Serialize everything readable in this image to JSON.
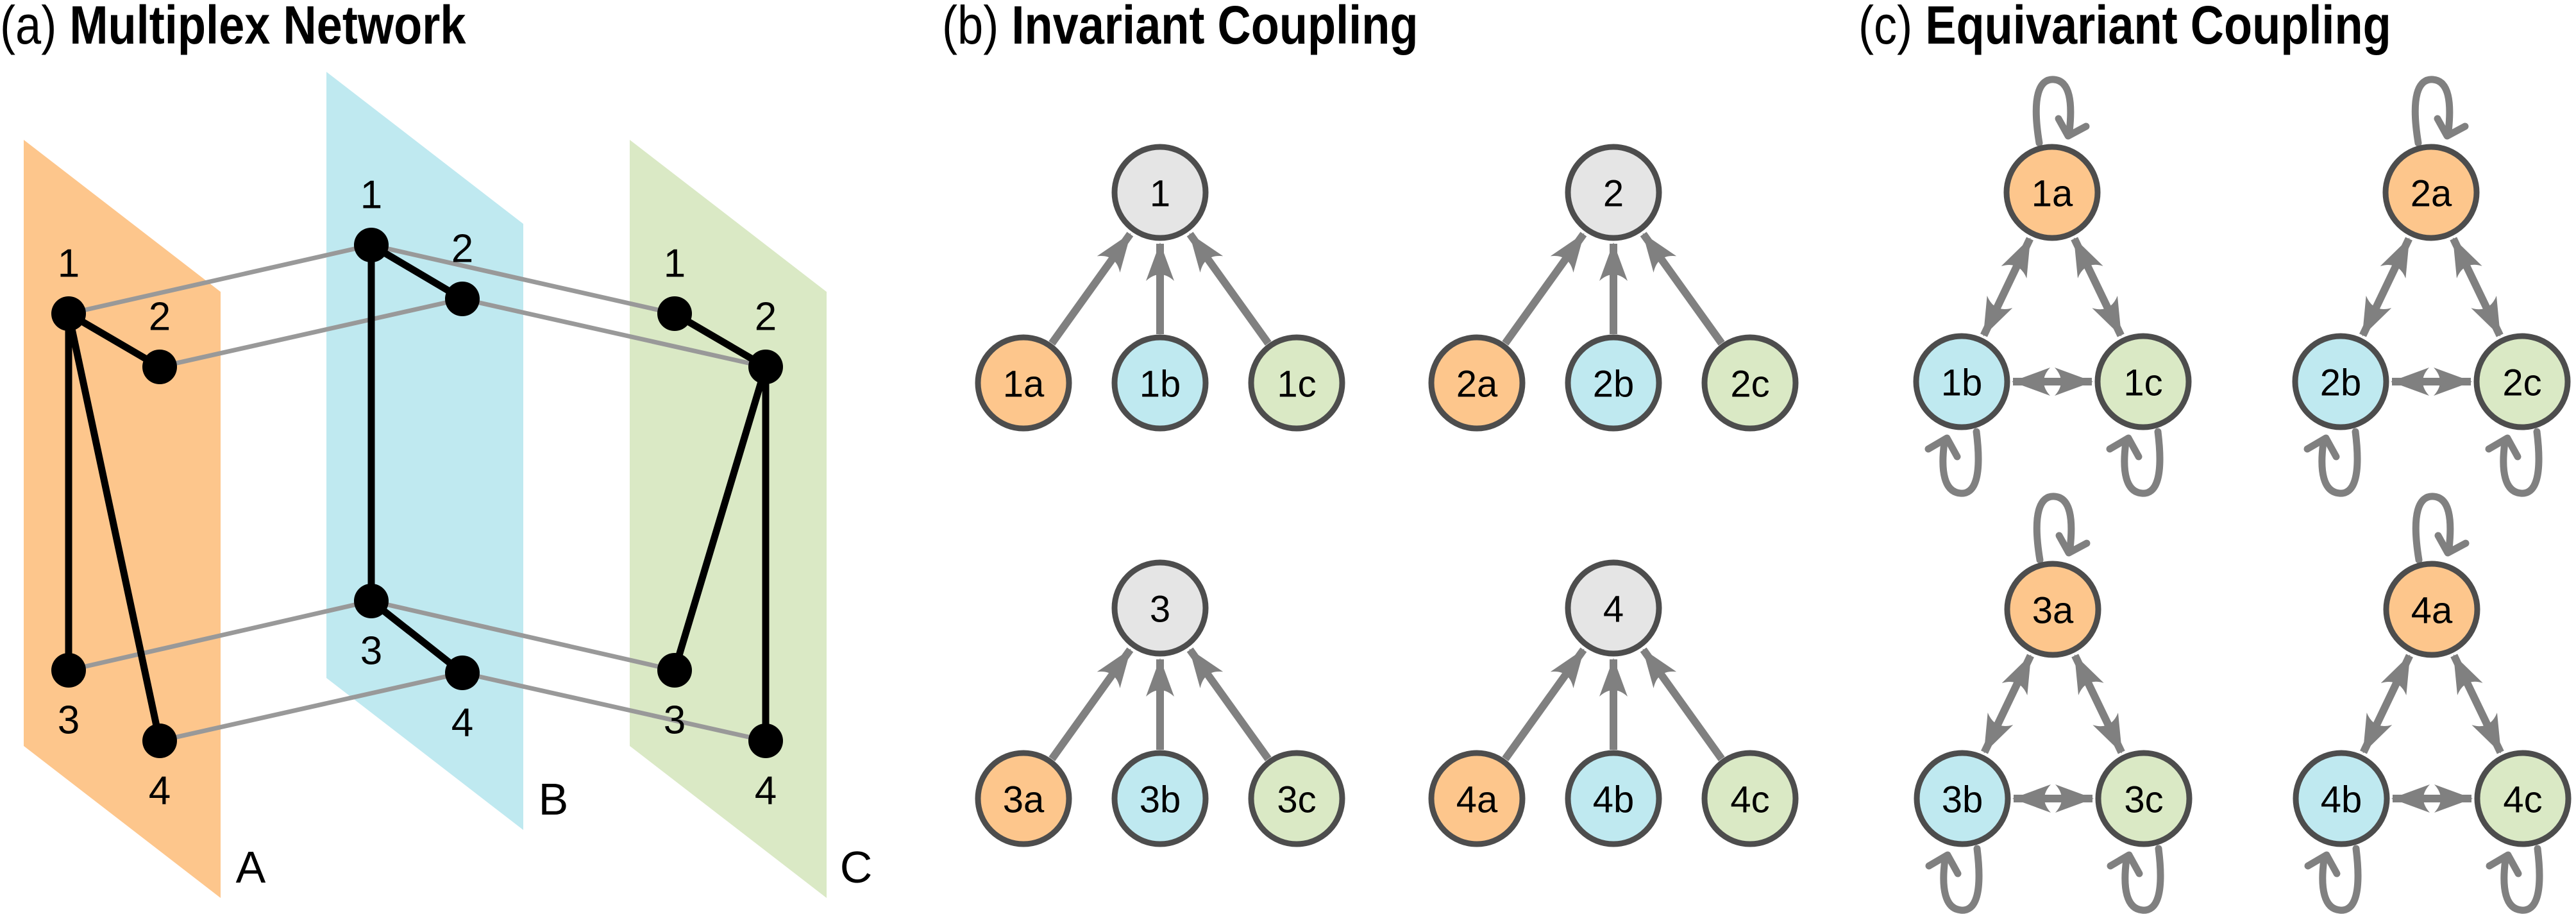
{
  "titles": {
    "a": {
      "tag": "(a)",
      "name": "Multiplex Network"
    },
    "b": {
      "tag": "(b)",
      "name": "Invariant Coupling"
    },
    "c": {
      "tag": "(c)",
      "name": "Equivariant Coupling"
    }
  },
  "colors": {
    "layer_a": "#FDC68C",
    "layer_b": "#BFE9F0",
    "layer_c": "#DAE9C5",
    "aggregate_node": "#E5E5E5",
    "node_stroke": "#4D4D4D",
    "intra_edge": "#000000",
    "inter_edge": "#999999",
    "coupling_edge": "#808080"
  },
  "multiplex": {
    "layers": [
      {
        "id": "A",
        "label": "A",
        "color_key": "layer_a",
        "nodes": [
          "1",
          "2",
          "3",
          "4"
        ],
        "edges": [
          [
            "1",
            "2"
          ],
          [
            "1",
            "3"
          ],
          [
            "1",
            "4"
          ]
        ]
      },
      {
        "id": "B",
        "label": "B",
        "color_key": "layer_b",
        "nodes": [
          "1",
          "2",
          "3",
          "4"
        ],
        "edges": [
          [
            "1",
            "2"
          ],
          [
            "1",
            "3"
          ],
          [
            "3",
            "4"
          ]
        ]
      },
      {
        "id": "C",
        "label": "C",
        "color_key": "layer_c",
        "nodes": [
          "1",
          "2",
          "3",
          "4"
        ],
        "edges": [
          [
            "1",
            "2"
          ],
          [
            "2",
            "3"
          ],
          [
            "2",
            "4"
          ]
        ]
      }
    ],
    "interlayer_edges": [
      [
        "A",
        "B",
        "1"
      ],
      [
        "A",
        "B",
        "2"
      ],
      [
        "A",
        "B",
        "3"
      ],
      [
        "A",
        "B",
        "4"
      ],
      [
        "B",
        "C",
        "1"
      ],
      [
        "B",
        "C",
        "2"
      ],
      [
        "B",
        "C",
        "3"
      ],
      [
        "B",
        "C",
        "4"
      ]
    ]
  },
  "invariant": {
    "groups": [
      {
        "aggregate": "1",
        "children": [
          "1a",
          "1b",
          "1c"
        ]
      },
      {
        "aggregate": "2",
        "children": [
          "2a",
          "2b",
          "2c"
        ]
      },
      {
        "aggregate": "3",
        "children": [
          "3a",
          "3b",
          "3c"
        ]
      },
      {
        "aggregate": "4",
        "children": [
          "4a",
          "4b",
          "4c"
        ]
      }
    ],
    "edge_direction": "children-to-aggregate"
  },
  "equivariant": {
    "groups": [
      {
        "nodes": [
          "1a",
          "1b",
          "1c"
        ]
      },
      {
        "nodes": [
          "2a",
          "2b",
          "2c"
        ]
      },
      {
        "nodes": [
          "3a",
          "3b",
          "3c"
        ]
      },
      {
        "nodes": [
          "4a",
          "4b",
          "4c"
        ]
      }
    ],
    "edges": "bidirectional between all pairs",
    "self_loops": true
  }
}
